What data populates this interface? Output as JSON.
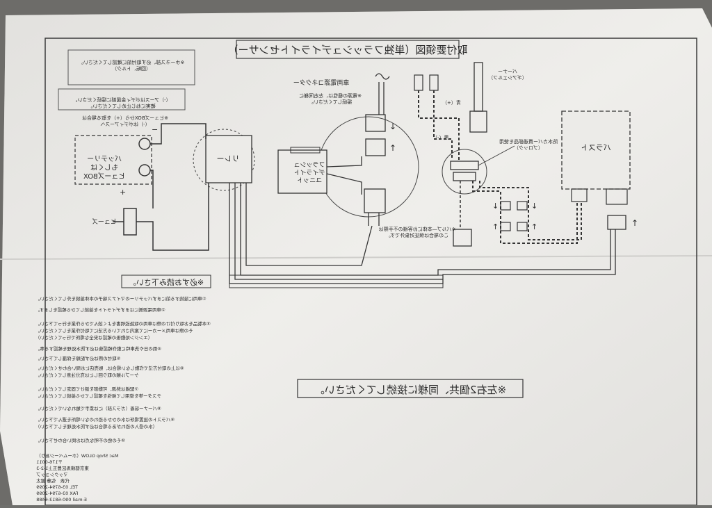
{
  "title": "取付要領図（単独フラッシュデイライトセンサー）",
  "components": {
    "relay": "リレー",
    "battery_fuse": "バッテリー\nもしくは\nヒューズBOX",
    "fuse": "ヒューズ",
    "flash_unit": "フラッシュ\nデイライト\nユニット",
    "ballast": "バラスト",
    "vehicle_connector": "車両電源コネクター",
    "vehicle_note": "※電源の極性は、左右同様に\n接続してください。",
    "bulb_label": "バーナー\n（ギアシェルフ）",
    "wire_blue": "青（+）",
    "wire_black": "黒（-）",
    "waterproof": "防水カバー貫通部品を使用\n（ブロック）",
    "relay_note": "※ヒューズBOXから（+）を取る場合は\n（-）はボディアースへ",
    "ground_note": "（-）アースはボディ金属部に接続ください。\n確実にねじ止めしてください。",
    "relay_top_note": "※ホーネス部、必ず取付前に確認してください。\n（回転、トルク）",
    "lower_note": "※バルブ―本体にお客様の不手際は\nこの場合は保証対象外です。",
    "plus": "+",
    "minus": "−"
  },
  "caution_header": "※必ずお読み下さい。",
  "caution_items": [
    "①車両に接続する前にまずバッテリーのマイナス端子の本体接続を外してください。",
    "②車両電源側にはまずデイライトを接続してから確認をします。",
    "③本製品をお取り付けの際は車両の取扱説明書をよく読んでから作業を行って下さい。",
    "　その際は車両メーカーにて案内されている方法にて取付作業をしてください。",
    "　（エンジン始動後の確認は安全な場所で行ってください）",
    "④雨の日や洗車時に動作確認後は必ず防水処理を確認する事。",
    "⑤取付の際は必ず配線を保護して下さい。",
    "⑥以上の取付方法で作動しない場合は、販売店にお問い合わせください。",
    "　ケーブル類の取り回しには充分注意してください。",
    "⑦配線は熱源、可動部を避けて固定してください。",
    "　テスター等を使用して極性を確認してから接続してください。",
    "⑧バーナー装着（ガラス部）には素手で触れないでください。",
    "⑨バラストの設置場所は水のかかる恐れのない場所を選んで下さい。",
    "　（水の侵入の恐れがある場合は必ず防水処理をして下さい）",
    "⑩その他の不明な点はお問い合わせ下さい。"
  ],
  "company": [
    "Mac Shop GLOW（ホームページあり）",
    "〒176-0011",
    "東京都練馬区豊玉上1-2-3",
    "マックショップ",
    "代表　佐藤 健太",
    "TEL 03-6794-2099",
    "FAX 03-6794-2099",
    "E-mail 090-6813-6488"
  ],
  "bottom_note": "※左右2個共、同様に接続してください。"
}
